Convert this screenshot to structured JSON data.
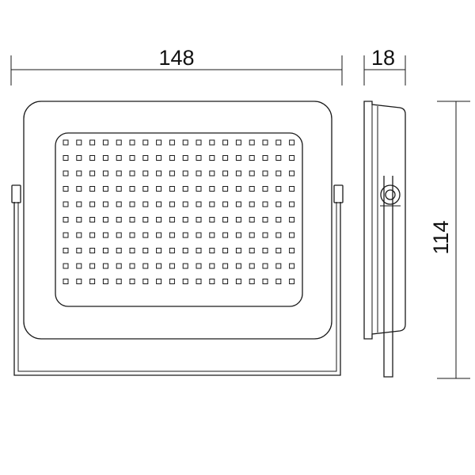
{
  "dimensions": {
    "width": "148",
    "depth": "18",
    "height": "114"
  },
  "colors": {
    "stroke": "#1a1a1a",
    "background": "#ffffff"
  },
  "led_grid": {
    "rows": 10,
    "cols": 18
  }
}
